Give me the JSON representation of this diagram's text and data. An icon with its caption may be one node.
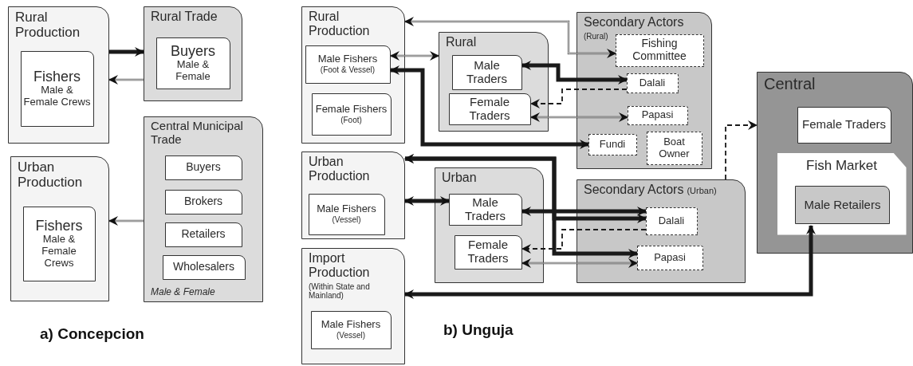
{
  "diagram": {
    "nodes": [
      {
        "text": [
          "Rural Production"
        ]
      },
      {
        "text": [
          "Fishers",
          "Male & Female Crews"
        ],
        "in": 0
      },
      {
        "text": [
          "Rural Trade"
        ]
      },
      {
        "text": [
          "Buyers",
          "Male & Female"
        ],
        "in": 2
      },
      {
        "text": [
          "Urban Production"
        ]
      },
      {
        "text": [
          "Fishers",
          "Male & Female Crews"
        ],
        "in": 4
      },
      {
        "text": [
          "Central Municipal Trade",
          "Male & Female"
        ]
      },
      {
        "text": [
          "Buyers"
        ],
        "in": 6
      },
      {
        "text": [
          "Brokers"
        ],
        "in": 6
      },
      {
        "text": [
          "Retailers"
        ],
        "in": 6
      },
      {
        "text": [
          "Wholesalers"
        ],
        "in": 6
      },
      {
        "text": [
          "Rural Production"
        ]
      },
      {
        "text": [
          "Male Fishers",
          "(Foot & Vessel)"
        ],
        "in": 11
      },
      {
        "text": [
          "Female Fishers",
          "(Foot)"
        ],
        "in": 11
      },
      {
        "text": [
          "Rural"
        ]
      },
      {
        "text": [
          "Male Traders"
        ],
        "in": 14
      },
      {
        "text": [
          "Female Traders"
        ],
        "in": 14
      },
      {
        "text": [
          "Secondary Actors",
          "(Rural)"
        ]
      },
      {
        "text": [
          "Fishing Committee"
        ],
        "in": 17
      },
      {
        "text": [
          "Dalali"
        ],
        "in": 17
      },
      {
        "text": [
          "Papasi"
        ],
        "in": 17
      },
      {
        "text": [
          "Fundi"
        ],
        "in": 17
      },
      {
        "text": [
          "Boat Owner"
        ],
        "in": 17
      },
      {
        "text": [
          "Urban Production"
        ]
      },
      {
        "text": [
          "Male Fishers",
          "(Vessel)"
        ],
        "in": 23
      },
      {
        "text": [
          "Urban"
        ]
      },
      {
        "text": [
          "Male Traders"
        ],
        "in": 25
      },
      {
        "text": [
          "Female Traders"
        ],
        "in": 25
      },
      {
        "text": [
          "Secondary Actors",
          "(Urban)"
        ]
      },
      {
        "text": [
          "Dalali"
        ],
        "in": 28
      },
      {
        "text": [
          "Papasi"
        ],
        "in": 28
      },
      {
        "text": [
          "Import Production",
          "(Within State and Mainland)"
        ]
      },
      {
        "text": [
          "Male Fishers",
          "(Vessel)"
        ],
        "in": 31
      },
      {
        "text": [
          "Central"
        ]
      },
      {
        "text": [
          "Female Traders"
        ],
        "in": 33
      },
      {
        "text": [
          "Fish Market"
        ],
        "in": 33
      },
      {
        "text": [
          "Male Retailers"
        ],
        "in": 35
      }
    ],
    "edges": [
      {
        "from": 0,
        "to": 2,
        "arrow": "to",
        "style": "thick"
      },
      {
        "from": 2,
        "to": 0,
        "arrow": "to"
      },
      {
        "from": 6,
        "to": 4,
        "arrow": "to"
      },
      {
        "from": 11,
        "to": 18,
        "arrow": "both"
      },
      {
        "from": 12,
        "to": 14,
        "arrow": "both"
      },
      {
        "from": 12,
        "to": 21,
        "arrow": "both",
        "style": "thick"
      },
      {
        "from": 15,
        "to": 19,
        "arrow": "both",
        "style": "thick"
      },
      {
        "from": 19,
        "to": 16,
        "arrow": "to",
        "style": "dashed"
      },
      {
        "from": 20,
        "to": 16,
        "arrow": "both"
      },
      {
        "from": 23,
        "to": 26,
        "arrow": "both",
        "style": "thick"
      },
      {
        "from": 26,
        "to": 29,
        "arrow": "both",
        "style": "thick"
      },
      {
        "from": 23,
        "to": 29,
        "arrow": "both",
        "style": "thick"
      },
      {
        "from": 23,
        "to": 30,
        "arrow": "both",
        "style": "thick"
      },
      {
        "from": 29,
        "to": 27,
        "arrow": "to",
        "style": "dashed"
      },
      {
        "from": 30,
        "to": 27,
        "arrow": "both"
      },
      {
        "from": 28,
        "to": 33,
        "arrow": "to",
        "style": "dashed"
      },
      {
        "from": 31,
        "to": 36,
        "arrow": "both",
        "style": "thick"
      }
    ],
    "labels": [
      "a) Concepcion",
      "b) Unguja"
    ]
  }
}
